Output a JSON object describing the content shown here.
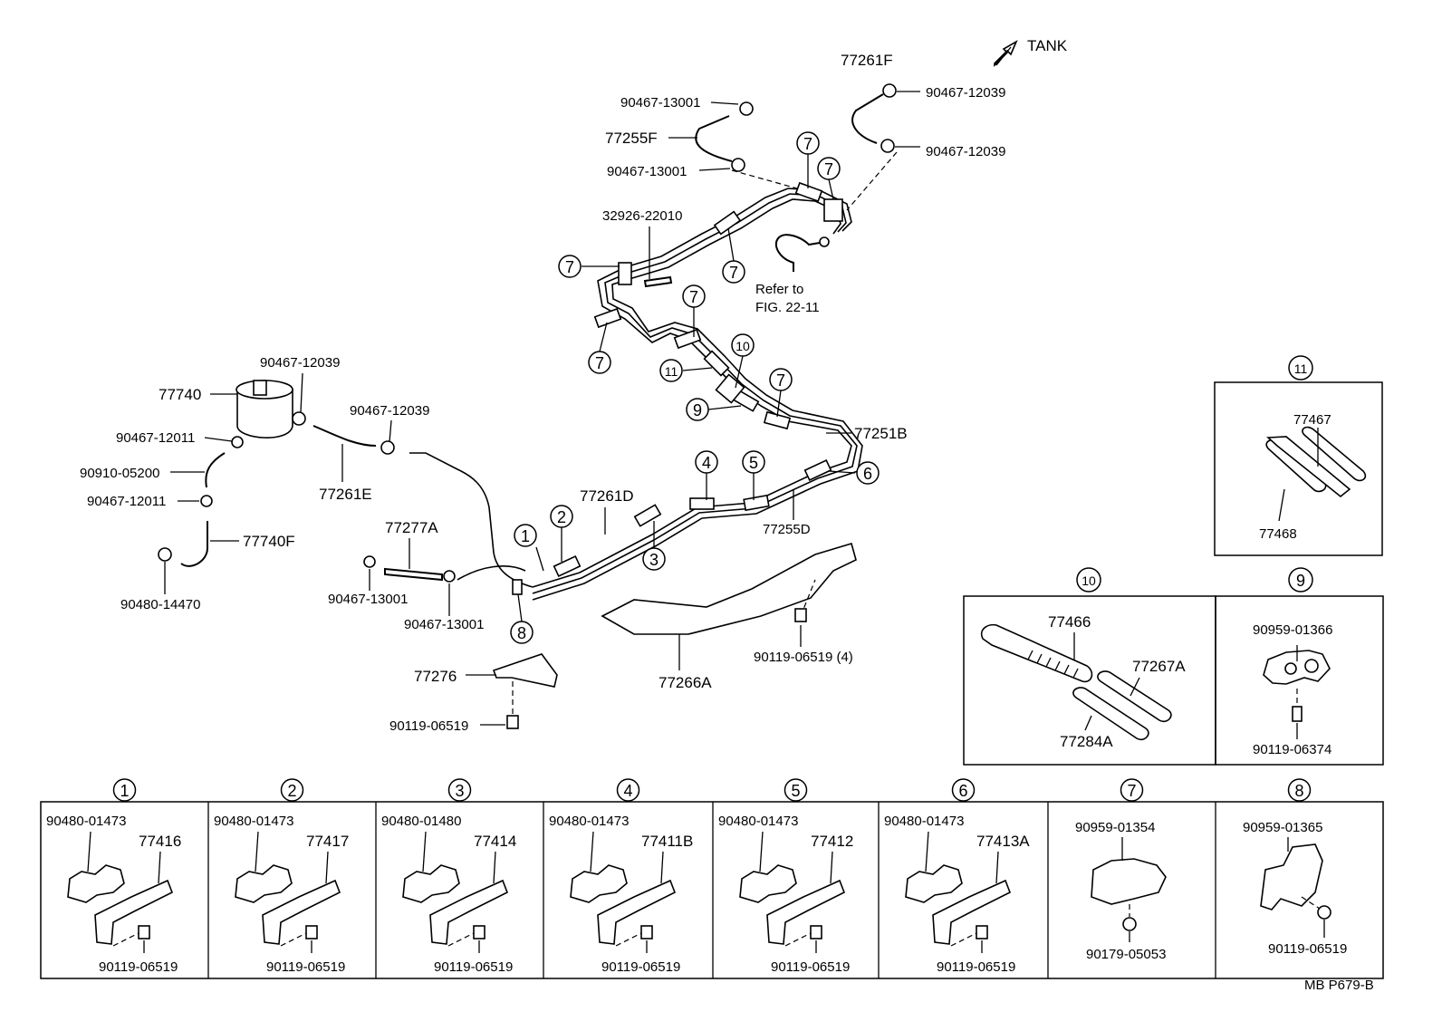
{
  "tank_label": "TANK",
  "refer_line1": "Refer to",
  "refer_line2": "FIG. 22-11",
  "figure_code": "MB  P679-B",
  "parts": {
    "p77261F": "77261F",
    "p90467_12039_a": "90467-12039",
    "p90467_12039_b": "90467-12039",
    "p90467_13001_a": "90467-13001",
    "p77255F": "77255F",
    "p90467_13001_b": "90467-13001",
    "p32926_22010": "32926-22010",
    "p77251B": "77251B",
    "p77255D": "77255D",
    "p77261D": "77261D",
    "p77740": "77740",
    "p90467_12039_c": "90467-12039",
    "p90467_12039_d": "90467-12039",
    "p90467_12011_a": "90467-12011",
    "p90910_05200": "90910-05200",
    "p90467_12011_b": "90467-12011",
    "p77261E": "77261E",
    "p77740F": "77740F",
    "p90480_14470": "90480-14470",
    "p77277A": "77277A",
    "p90467_13001_c": "90467-13001",
    "p90467_13001_d": "90467-13001",
    "p77276": "77276",
    "p90119_06519_main": "90119-06519",
    "p77266A": "77266A",
    "p90119_06519_4": "90119-06519 (4)"
  },
  "callouts": [
    "1",
    "2",
    "3",
    "4",
    "5",
    "6",
    "7",
    "8",
    "9",
    "10",
    "11"
  ],
  "detail11": {
    "num": "11",
    "a": "77467",
    "b": "77468"
  },
  "detail10": {
    "num": "10",
    "a": "77466",
    "b": "77267A",
    "c": "77284A"
  },
  "detail9": {
    "num": "9",
    "a": "90959-01366",
    "b": "90119-06374"
  },
  "clamps": [
    {
      "num": "1",
      "clip": "90480-01473",
      "bracket": "77416",
      "bolt": "90119-06519"
    },
    {
      "num": "2",
      "clip": "90480-01473",
      "bracket": "77417",
      "bolt": "90119-06519"
    },
    {
      "num": "3",
      "clip": "90480-01480",
      "bracket": "77414",
      "bolt": "90119-06519"
    },
    {
      "num": "4",
      "clip": "90480-01473",
      "bracket": "77411B",
      "bolt": "90119-06519"
    },
    {
      "num": "5",
      "clip": "90480-01473",
      "bracket": "77412",
      "bolt": "90119-06519"
    },
    {
      "num": "6",
      "clip": "90480-01473",
      "bracket": "77413A",
      "bolt": "90119-06519"
    },
    {
      "num": "7",
      "clip": "90959-01354",
      "bracket": "",
      "bolt": "90179-05053"
    },
    {
      "num": "8",
      "clip": "90959-01365",
      "bracket": "",
      "bolt": "90119-06519"
    }
  ]
}
